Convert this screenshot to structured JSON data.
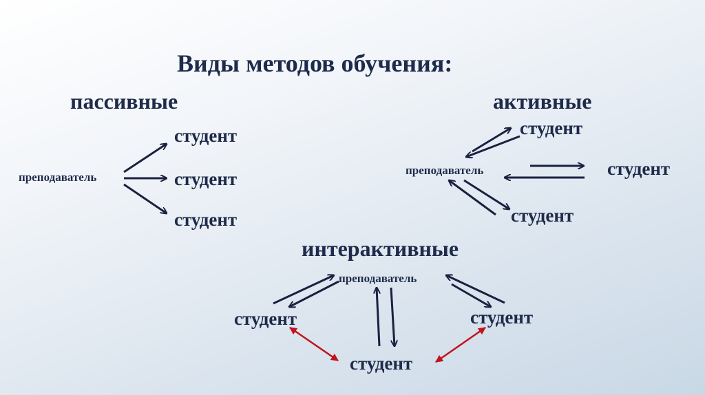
{
  "title": "Виды методов обучения:",
  "passive": {
    "heading": "пассивные",
    "teacher": "преподаватель",
    "students": [
      "студент",
      "студент",
      "студент"
    ]
  },
  "active": {
    "heading": "активные",
    "teacher": "преподаватель",
    "students": [
      "студент",
      "студент",
      "студент"
    ]
  },
  "interactive": {
    "heading": "интерактивные",
    "teacher": "преподаватель",
    "students": [
      "студент",
      "студент",
      "студент"
    ]
  },
  "colors": {
    "text": "#1e2b4a",
    "arrow": "#1a2140",
    "student_link": "#c0131b"
  }
}
